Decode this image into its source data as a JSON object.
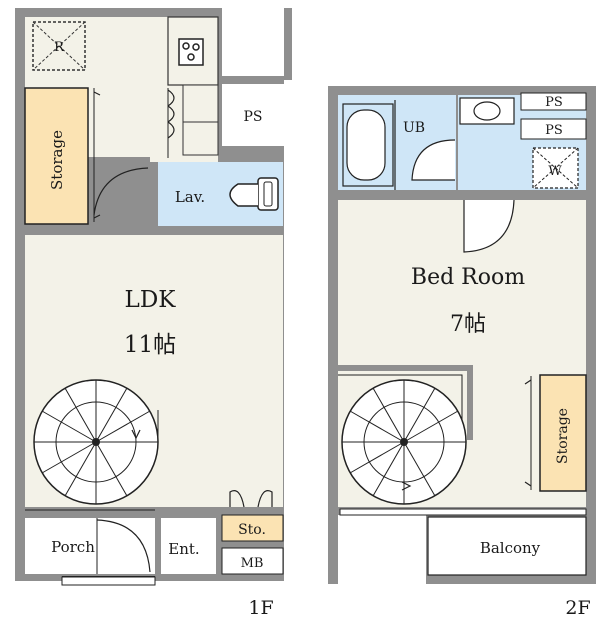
{
  "floor1": {
    "rooms": {
      "ldk_name": "LDK",
      "ldk_size": "11帖",
      "storage": "Storage",
      "lavatory": "Lav.",
      "pipe_space": "PS",
      "porch": "Porch",
      "entrance": "Ent.",
      "shoe_storage": "Sto.",
      "meter_box": "MB"
    },
    "icons": {
      "refrigerator": "R",
      "stove": "stove-icon",
      "toilet": "toilet-icon",
      "washbasin": "washbasin-icon",
      "spiral_stair": "spiral-staircase-icon"
    },
    "floor_label": "1F"
  },
  "floor2": {
    "rooms": {
      "bedroom_name": "Bed Room",
      "bedroom_size": "7帖",
      "unit_bath": "UB",
      "pipe_space_1": "PS",
      "pipe_space_2": "PS",
      "storage": "Storage",
      "balcony": "Balcony"
    },
    "icons": {
      "washing_machine": "W",
      "bathtub": "bathtub-icon",
      "sink": "sink-icon",
      "spiral_stair": "spiral-staircase-icon"
    },
    "floor_label": "2F"
  },
  "colors": {
    "wall": "#8f8f8f",
    "floor": "#f3f2e8",
    "wet_area": "#cfe6f7",
    "storage": "#fbe3b3",
    "line": "#222222"
  }
}
